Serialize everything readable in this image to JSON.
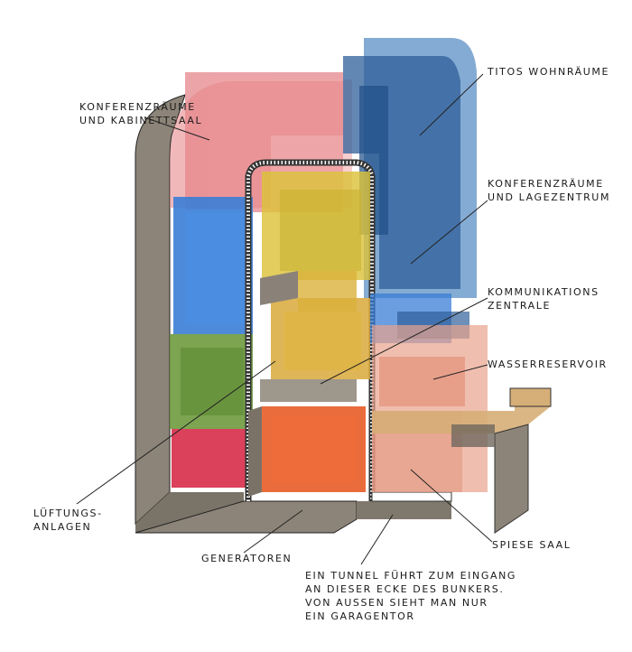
{
  "labels": {
    "titos_wohnraume": "TITOS WOHNRÄUME",
    "konferenz_kabinett": [
      "KONFERENZRÄUME",
      "UND KABINETTSAAL"
    ],
    "konferenz_lage": [
      "KONFERENZRÄUME",
      "UND LAGEZENTRUM"
    ],
    "kommunikation": [
      "KOMMUNIKATIONS",
      "ZENTRALE"
    ],
    "wasser": "WASSERRESERVOIR",
    "luftung": [
      "LÜFTUNGS-",
      "ANLAGEN"
    ],
    "generatoren": "GENERATOREN",
    "spiese_saal": "SPIESE SAAL",
    "tunnel": [
      "EIN TUNNEL FÜHRT ZUM EINGANG",
      "AN DIESER ECKE DES BUNKERS.",
      "VON AUSSEN SIEHT MAN NUR",
      "EIN GARAGENTOR"
    ]
  },
  "colors": {
    "wall": "#8c8478",
    "wall_dark": "#6f685e",
    "pink": "#e58a8f",
    "blue": "#3a7ed6",
    "dark_blue": "#2f5f9a",
    "yellow": "#dcc23a",
    "gold": "#d9a93a",
    "green": "#6e9a3e",
    "crimson": "#d8314d",
    "orange": "#e8602c",
    "salmon": "#e9a38c",
    "tan": "#d6ae77"
  }
}
